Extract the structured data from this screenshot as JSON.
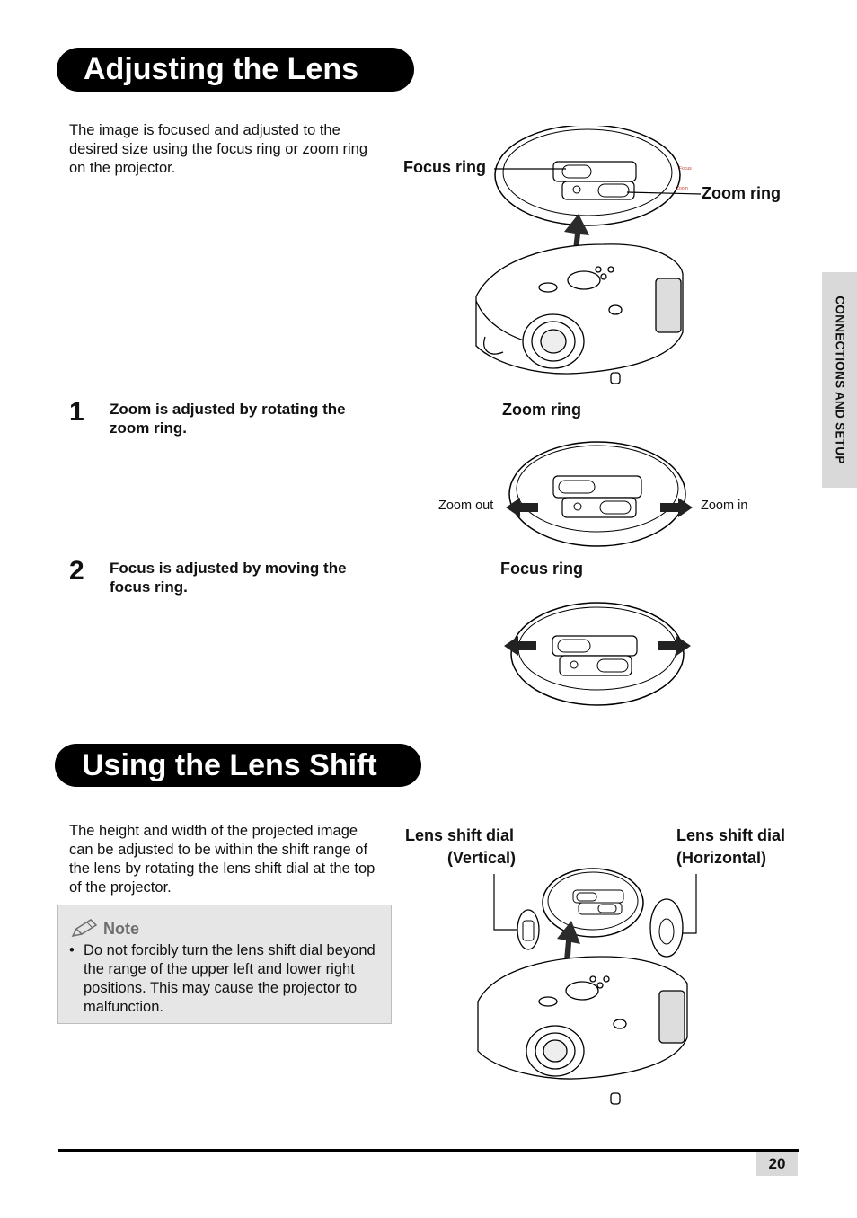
{
  "section1": {
    "title": "Adjusting the Lens",
    "intro": "The image is focused and adjusted to the desired size using the focus ring or zoom ring on the projector.",
    "fig1": {
      "focus_label": "Focus ring",
      "zoom_label": "Zoom ring",
      "tiny_focus": "Focus",
      "tiny_zoom": "Zoom"
    },
    "steps": [
      {
        "num": "1",
        "text": "Zoom is adjusted by rotating the zoom ring."
      },
      {
        "num": "2",
        "text": "Focus is adjusted by moving the focus ring."
      }
    ],
    "fig2": {
      "title": "Zoom ring",
      "left": "Zoom out",
      "right": "Zoom in"
    },
    "fig3": {
      "title": "Focus ring"
    }
  },
  "section2": {
    "title": "Using the Lens Shift",
    "intro": "The height and width of the projected image can be adjusted to be within the shift range of the lens by rotating the lens shift dial at the top of the projector.",
    "fig": {
      "vertical_line1": "Lens shift dial",
      "vertical_line2": "(Vertical)",
      "horizontal_line1": "Lens shift dial",
      "horizontal_line2": "(Horizontal)"
    },
    "note": {
      "title": "Note",
      "bullet": "Do not forcibly turn the lens shift dial beyond the range of the upper left and lower right positions. This may cause the projector to malfunction."
    }
  },
  "side_tab": "CONNECTIONS AND SETUP",
  "page_number": "20",
  "icons": [
    "pencil-icon",
    "arrow-left-icon",
    "arrow-right-icon",
    "arrow-up-icon"
  ]
}
